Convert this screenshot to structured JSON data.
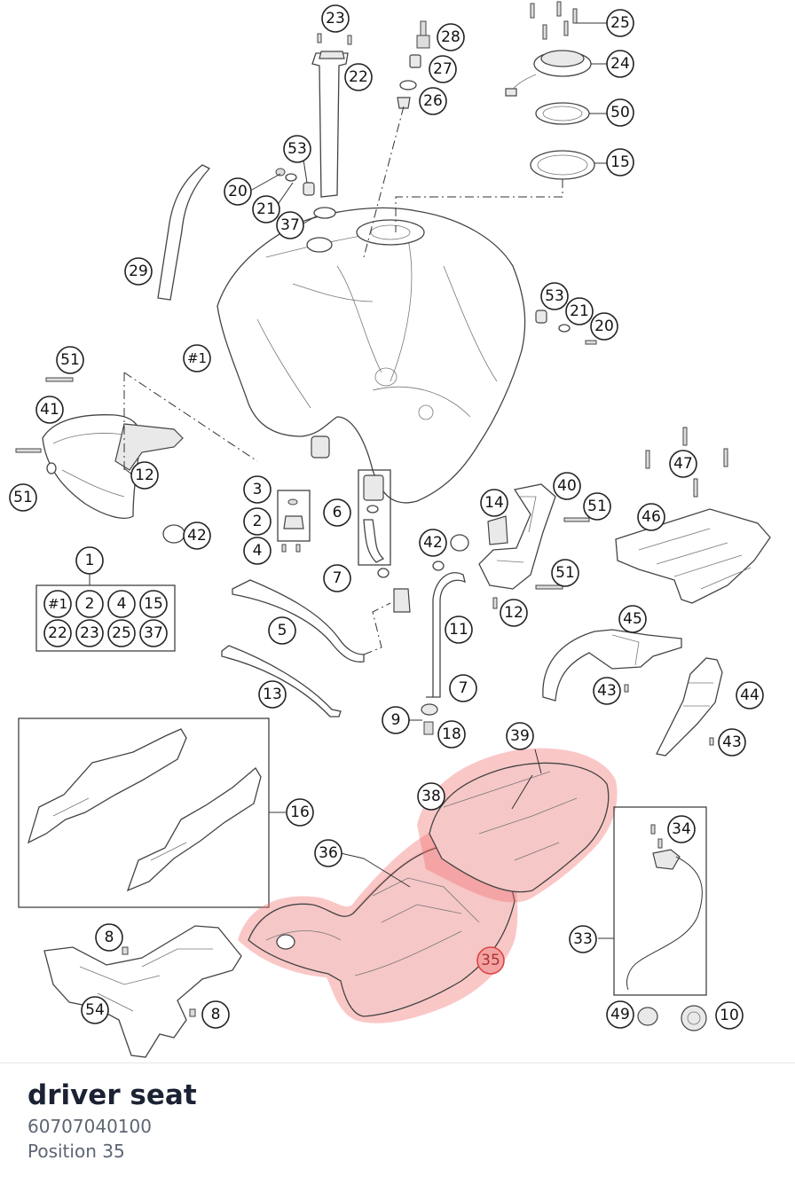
{
  "selected_part": {
    "name": "driver seat",
    "part_number": "60707040100",
    "position_label": "Position 35"
  },
  "highlight_color": "#f26b6b",
  "callouts": {
    "c23": "23",
    "c28": "28",
    "c25": "25",
    "c22": "22",
    "c27": "27",
    "c24": "24",
    "c26": "26",
    "c50": "50",
    "c53a": "53",
    "c15": "15",
    "c20a": "20",
    "c21a": "21",
    "c37": "37",
    "c29": "29",
    "c53b": "53",
    "c21b": "21",
    "c20b": "20",
    "c51a": "51",
    "c1tank": "#1",
    "c41": "41",
    "c12a": "12",
    "c51b": "51",
    "c42a": "42",
    "c3": "3",
    "c2": "2",
    "c6": "6",
    "c4": "4",
    "c14": "14",
    "c40": "40",
    "c51c": "51",
    "c47": "47",
    "c46": "46",
    "c42b": "42",
    "c51d": "51",
    "c1": "1",
    "c7a": "7",
    "c12b": "12",
    "c5": "5",
    "c11": "11",
    "c45": "45",
    "c43a": "43",
    "c44": "44",
    "c13": "13",
    "c7b": "7",
    "c9": "9",
    "c18": "18",
    "c43b": "43",
    "c39": "39",
    "c38": "38",
    "c16": "16",
    "c34": "34",
    "c36": "36",
    "c8a": "8",
    "c33": "33",
    "c35": "35",
    "c54": "54",
    "c8b": "8",
    "c49": "49",
    "c10": "10"
  },
  "kit_box": [
    "#1",
    "2",
    "4",
    "15",
    "22",
    "23",
    "25",
    "37"
  ]
}
